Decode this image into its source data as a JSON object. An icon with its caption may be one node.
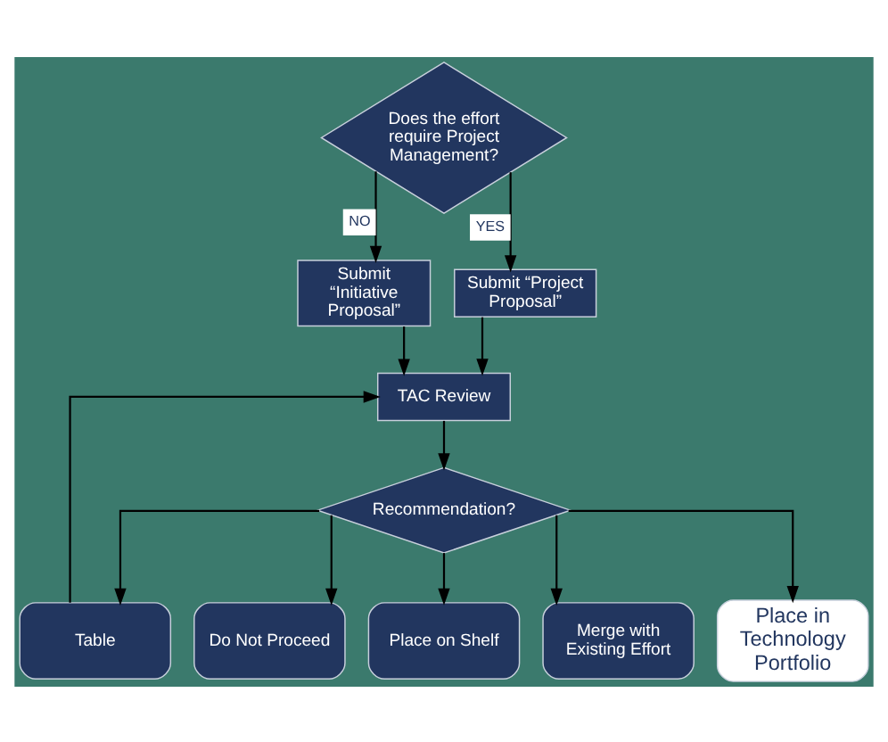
{
  "diagram": {
    "nodes": [
      {
        "text": [
          "Does the effort require Project Management?"
        ]
      },
      {
        "text": [
          "Submit “Initiative Proposal”"
        ]
      },
      {
        "text": [
          "Submit “Project Proposal”"
        ]
      },
      {
        "text": [
          "TAC Review"
        ]
      },
      {
        "text": [
          "Recommendation?"
        ]
      },
      {
        "text": [
          "Table"
        ]
      },
      {
        "text": [
          "Do Not Proceed"
        ]
      },
      {
        "text": [
          "Place on Shelf"
        ]
      },
      {
        "text": [
          "Merge with Existing Effort"
        ]
      },
      {
        "text": [
          "Place in Technology Portfolio"
        ]
      }
    ],
    "edges": [
      {
        "from": 0,
        "to": 1,
        "arrow": "to",
        "label": "NO"
      },
      {
        "from": 0,
        "to": 2,
        "arrow": "to",
        "label": "YES"
      },
      {
        "from": 1,
        "to": 3,
        "arrow": "to"
      },
      {
        "from": 2,
        "to": 3,
        "arrow": "to"
      },
      {
        "from": 3,
        "to": 4,
        "arrow": "to"
      },
      {
        "from": 4,
        "to": 5,
        "arrow": "to"
      },
      {
        "from": 4,
        "to": 6,
        "arrow": "to"
      },
      {
        "from": 4,
        "to": 7,
        "arrow": "to"
      },
      {
        "from": 4,
        "to": 8,
        "arrow": "to"
      },
      {
        "from": 4,
        "to": 9,
        "arrow": "to"
      },
      {
        "from": 5,
        "to": 3,
        "arrow": "to"
      }
    ]
  }
}
